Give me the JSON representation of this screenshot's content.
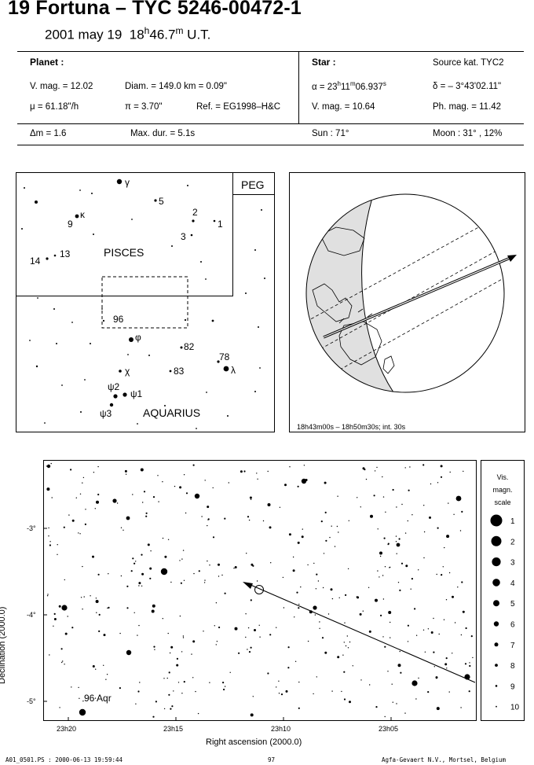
{
  "header": {
    "title": "19 Fortuna  –  TYC 5246-00472-1",
    "date": "2001 may 19",
    "time_h": "18",
    "time_h_sup": "h",
    "time_m": "46.7",
    "time_m_sup": "m",
    "time_suffix": " U.T."
  },
  "planet": {
    "heading": "Planet :",
    "vmag": "V. mag. = 12.02",
    "diam": "Diam. = 149.0 km = 0.09\"",
    "mu": "μ =  61.18\"/h",
    "pi": "π =  3.70\"",
    "ref": "Ref. = EG1998–H&C"
  },
  "star": {
    "heading": "Star :",
    "source": "Source kat.  TYC2",
    "alpha_prefix": "α = 23",
    "alpha_h": "h",
    "alpha_mid": "11",
    "alpha_m": "m",
    "alpha_sec": "06.937",
    "alpha_s": "s",
    "delta": "δ = – 3°43'02.11\"",
    "vmag": "V. mag. = 10.64",
    "phmag": "Ph. mag. = 11.42"
  },
  "summary": {
    "dm": "Δm = 1.6",
    "maxdur": "Max. dur. = 5.1s",
    "sun": "Sun :  71°",
    "moon": "Moon :  31° , 12%"
  },
  "finder": {
    "peg_label": "PEG",
    "pisces_label": "PISCES",
    "aquarius_label": "AQUARIUS",
    "labels": {
      "gamma": "γ",
      "n5": "5",
      "kappa": "κ",
      "n9": "9",
      "n2": "2",
      "n1": "1",
      "n3": "3",
      "n14": "14",
      "n13": "13",
      "n96": "96",
      "phi": "φ",
      "n82": "82",
      "n78": "78",
      "lambda": "λ",
      "chi": "χ",
      "n83": "83",
      "psi2": "ψ2",
      "psi1": "ψ1",
      "psi3": "ψ3"
    }
  },
  "globe": {
    "caption": "18h43m00s – 18h50m30s; int. 30s"
  },
  "star_chart": {
    "ylabel": "Declination (2000.0)",
    "xlabel": "Right ascension (2000.0)",
    "dec_ticks": [
      "-3°",
      "-4°",
      "-5°"
    ],
    "ra_ticks": [
      "23h20",
      "23h15",
      "23h10",
      "23h05"
    ],
    "star_label": "96 Aqr"
  },
  "magnitude_scale": {
    "title_lines": [
      "Vis.",
      "magn.",
      "scale"
    ],
    "values": [
      "1",
      "2",
      "3",
      "4",
      "5",
      "6",
      "7",
      "8",
      "9",
      "10"
    ]
  },
  "footer": {
    "left": "A01_0501.PS : 2000-06-13 19:59:44",
    "center": "97",
    "right": "Agfa-Gevaert N.V., Mortsel, Belgium"
  }
}
